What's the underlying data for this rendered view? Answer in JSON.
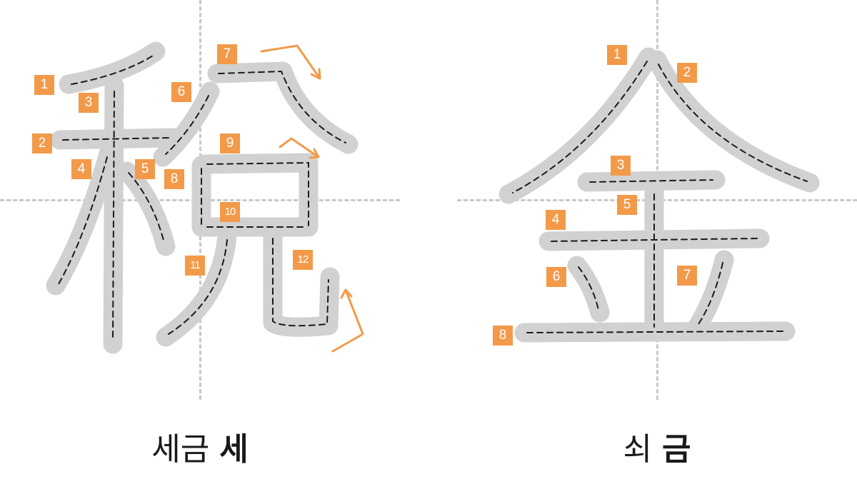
{
  "characters": [
    {
      "id": "left",
      "hanja": "稅",
      "meaning": "세금",
      "sound": "세",
      "stroke_labels": [
        "1",
        "2",
        "3",
        "4",
        "5",
        "6",
        "7",
        "8",
        "9",
        "10",
        "11",
        "12"
      ]
    },
    {
      "id": "right",
      "hanja": "金",
      "meaning": "쇠",
      "sound": "금",
      "stroke_labels": [
        "1",
        "2",
        "3",
        "4",
        "5",
        "6",
        "7",
        "8"
      ]
    }
  ],
  "colors": {
    "badge": "#f29a4a",
    "arrow": "#f29a4a",
    "ink": "#d1d1d1",
    "trace": "#1a1a1a",
    "guide": "#c8c8c8"
  }
}
